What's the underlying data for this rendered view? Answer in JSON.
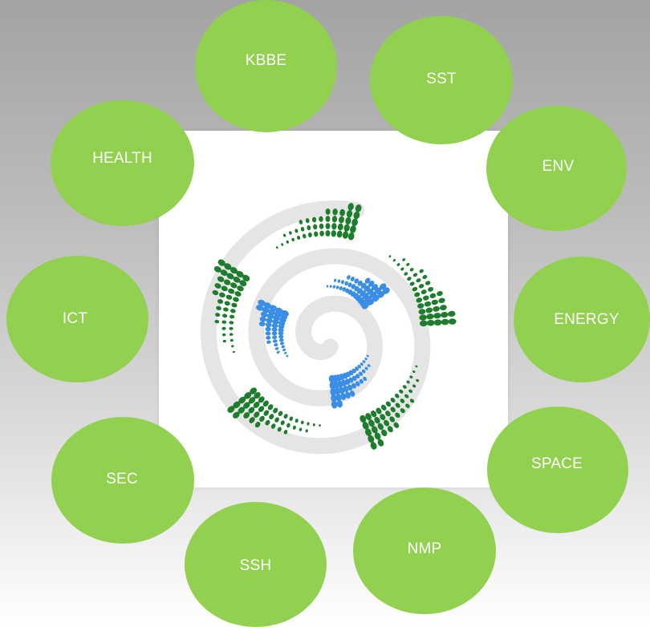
{
  "logo": {
    "icon": "spiral-dots-logo",
    "colors": {
      "outer_dots": "#1e7d2d",
      "inner_dots": "#3a8ee6",
      "spiral": "#e5e5e5"
    }
  },
  "bubble_color": "#92d050",
  "bubbles": [
    {
      "id": "kbbe",
      "label": "KBBE"
    },
    {
      "id": "sst",
      "label": "SST"
    },
    {
      "id": "health",
      "label": "HEALTH"
    },
    {
      "id": "env",
      "label": "ENV"
    },
    {
      "id": "ict",
      "label": "ICT"
    },
    {
      "id": "energy",
      "label": "ENERGY"
    },
    {
      "id": "sec",
      "label": "SEC"
    },
    {
      "id": "space",
      "label": "SPACE"
    },
    {
      "id": "nmp",
      "label": "NMP"
    },
    {
      "id": "ssh",
      "label": "SSH"
    }
  ]
}
